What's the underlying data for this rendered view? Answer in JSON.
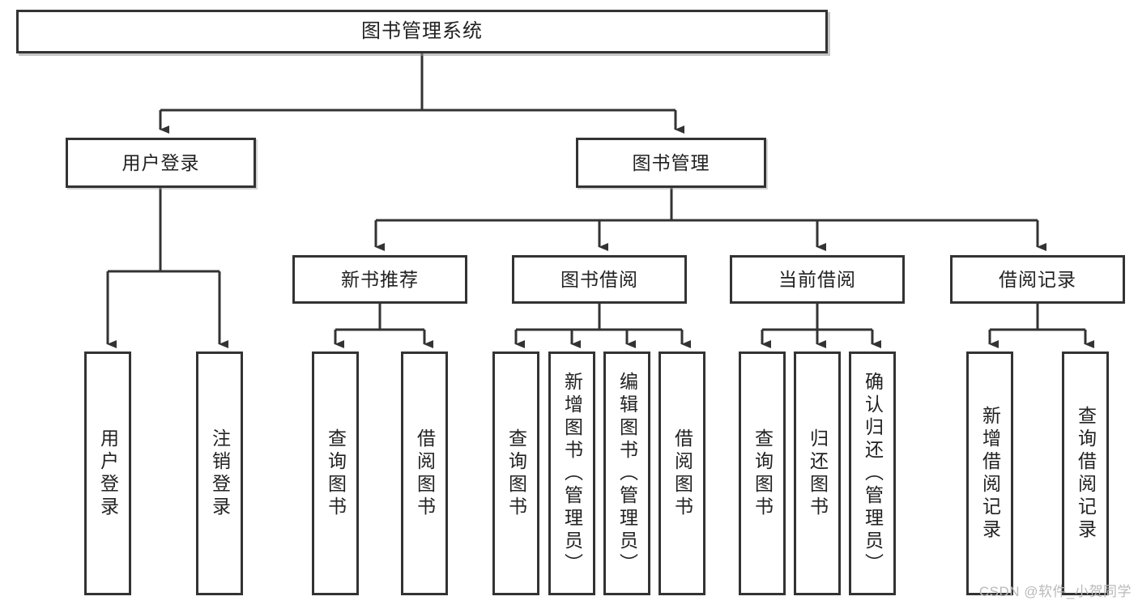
{
  "diagram": {
    "title": "图书管理系统",
    "type": "hierarchy-tree",
    "watermark": "CSDN @软件_小贺同学",
    "colors": {
      "stroke": "#333333",
      "box_fill": "#ffffff",
      "text": "#222222",
      "watermark": "#b9b9b9",
      "background": "#ffffff"
    },
    "nodes": {
      "root": {
        "id": "root",
        "label": "图书管理系统",
        "level": 1
      },
      "level2": [
        {
          "id": "user-login",
          "label": "用户登录",
          "level": 2
        },
        {
          "id": "book-manage",
          "label": "图书管理",
          "level": 2
        }
      ],
      "level3": [
        {
          "id": "new-book-rec",
          "label": "新书推荐",
          "level": 3,
          "parent": "book-manage"
        },
        {
          "id": "book-borrow",
          "label": "图书借阅",
          "level": 3,
          "parent": "book-manage"
        },
        {
          "id": "current-borrow",
          "label": "当前借阅",
          "level": 3,
          "parent": "book-manage"
        },
        {
          "id": "borrow-record",
          "label": "借阅记录",
          "level": 3,
          "parent": "book-manage"
        }
      ],
      "leaves": [
        {
          "id": "leaf-user-login",
          "label": "用户登录",
          "parent": "user-login"
        },
        {
          "id": "leaf-logout",
          "label": "注销登录",
          "parent": "user-login"
        },
        {
          "id": "leaf-query-book-1",
          "label": "查询图书",
          "parent": "new-book-rec"
        },
        {
          "id": "leaf-borrow-book-1",
          "label": "借阅图书",
          "parent": "new-book-rec"
        },
        {
          "id": "leaf-query-book-2",
          "label": "查询图书",
          "parent": "book-borrow"
        },
        {
          "id": "leaf-add-book",
          "label": "新增图书（管理员）",
          "parent": "book-borrow"
        },
        {
          "id": "leaf-edit-book",
          "label": "编辑图书（管理员）",
          "parent": "book-borrow"
        },
        {
          "id": "leaf-borrow-book-2",
          "label": "借阅图书",
          "parent": "book-borrow"
        },
        {
          "id": "leaf-query-book-3",
          "label": "查询图书",
          "parent": "current-borrow"
        },
        {
          "id": "leaf-return-book",
          "label": "归还图书",
          "parent": "current-borrow"
        },
        {
          "id": "leaf-confirm-return",
          "label": "确认归还（管理员）",
          "parent": "current-borrow"
        },
        {
          "id": "leaf-add-record",
          "label": "新增借阅记录",
          "parent": "borrow-record"
        },
        {
          "id": "leaf-query-record",
          "label": "查询借阅记录",
          "parent": "borrow-record"
        }
      ]
    }
  }
}
